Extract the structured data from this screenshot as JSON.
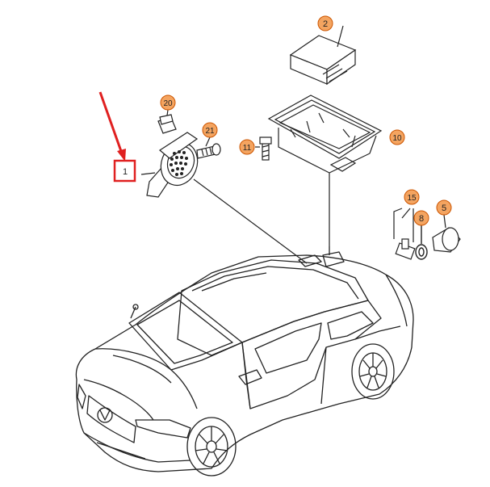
{
  "callouts": [
    {
      "id": "c1",
      "label": "1"
    },
    {
      "id": "c2",
      "label": "2"
    },
    {
      "id": "c5",
      "label": "5"
    },
    {
      "id": "c8",
      "label": "8"
    },
    {
      "id": "c10",
      "label": "10"
    },
    {
      "id": "c11",
      "label": "11"
    },
    {
      "id": "c15",
      "label": "15"
    },
    {
      "id": "c20",
      "label": "20"
    },
    {
      "id": "c21",
      "label": "21"
    }
  ],
  "colors": {
    "ink": "#222222",
    "callout_fill": "#f4a460",
    "callout_stroke": "#cc5500",
    "highlight": "#e02020"
  }
}
